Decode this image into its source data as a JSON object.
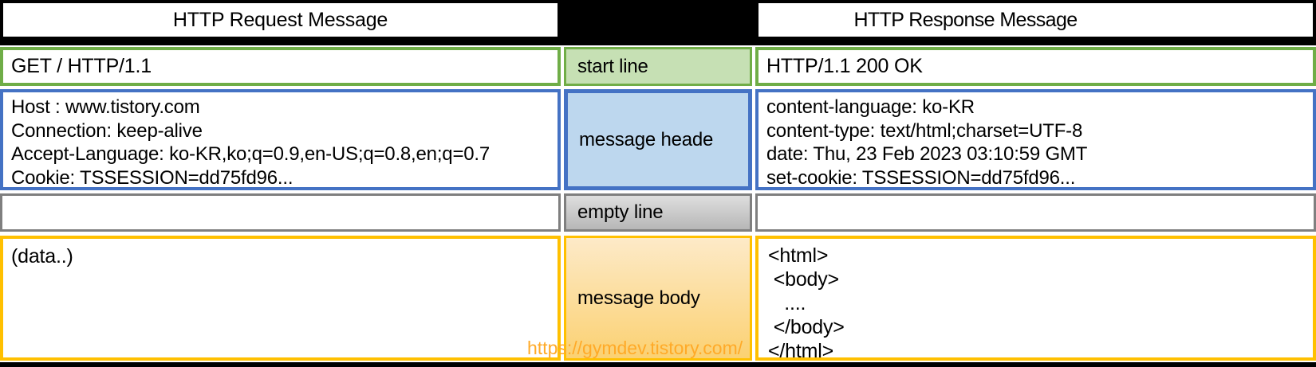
{
  "palette": {
    "green_border": "#70ad47",
    "green_fill": "#c6e0b4",
    "blue_border": "#4472c4",
    "blue_fill": "#bdd7ee",
    "gray_border": "#7f7f7f",
    "gray_fill_top": "#dedede",
    "gray_fill_bottom": "#b7b7b7",
    "orange_border": "#ffc000",
    "orange_fill_top": "#fdeac8",
    "orange_fill_bottom": "#fbd172",
    "black": "#000000",
    "watermark_orange": "#ffaa28"
  },
  "request": {
    "title": "HTTP Request Message",
    "start_line": "GET / HTTP/1.1",
    "headers": [
      "Host : www.tistory.com",
      "Connection: keep-alive",
      "Accept-Language: ko-KR,ko;q=0.9,en-US;q=0.8,en;q=0.7",
      "Cookie: TSSESSION=dd75fd96..."
    ],
    "body": "(data..)"
  },
  "labels": {
    "start_line": "start line",
    "message_header": "message heade",
    "empty_line": "empty line",
    "message_body": "message body"
  },
  "response": {
    "title": "HTTP Response Message",
    "start_line": "HTTP/1.1 200 OK",
    "headers": [
      "content-language: ko-KR",
      "content-type: text/html;charset=UTF-8",
      "date: Thu, 23 Feb 2023 03:10:59 GMT",
      "set-cookie: TSSESSION=dd75fd96..."
    ],
    "body_lines": [
      "<html>",
      " <body>",
      "   ....",
      " </body>",
      "</html>"
    ]
  },
  "watermark": "https://gymdev.tistory.com/"
}
